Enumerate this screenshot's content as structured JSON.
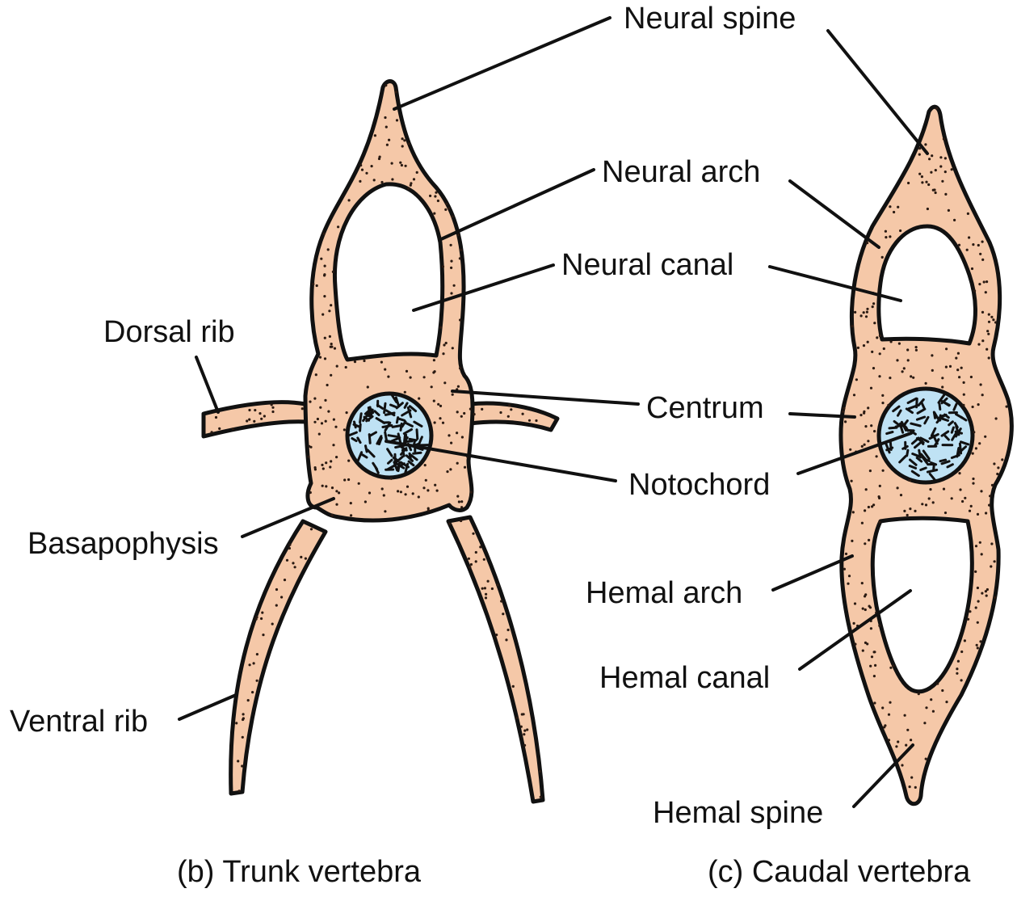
{
  "colors": {
    "bone_fill": "#f5c8a8",
    "notochord_fill": "#bfe2f4",
    "outline": "#111111",
    "background": "#ffffff"
  },
  "labels": {
    "neural_spine": "Neural spine",
    "neural_arch": "Neural arch",
    "neural_canal": "Neural canal",
    "dorsal_rib": "Dorsal rib",
    "centrum": "Centrum",
    "notochord": "Notochord",
    "basapophysis": "Basapophysis",
    "hemal_arch": "Hemal arch",
    "hemal_canal": "Hemal canal",
    "ventral_rib": "Ventral rib",
    "hemal_spine": "Hemal spine"
  },
  "captions": {
    "trunk": "(b) Trunk vertebra",
    "caudal": "(c) Caudal vertebra"
  }
}
